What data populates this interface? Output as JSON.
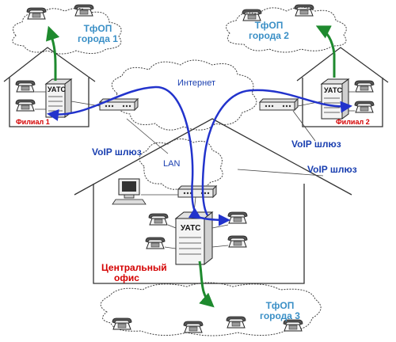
{
  "pstn": {
    "city1": {
      "line1": "ТфОП",
      "line2": "города 1"
    },
    "city2": {
      "line1": "ТфОП",
      "line2": "города 2"
    },
    "city3": {
      "line1": "ТфОП",
      "line2": "города 3"
    }
  },
  "branches": {
    "branch1": "Филиал 1",
    "branch2": "Филиал 2"
  },
  "uats_label": "УАТС",
  "networks": {
    "internet": "Интернет",
    "lan": "LAN"
  },
  "gateways": {
    "left": "VoIP шлюз",
    "right": "VoIP шлюз",
    "center": "VoIP шлюз"
  },
  "central_office": {
    "line1": "Центральный",
    "line2": "офис"
  },
  "colors": {
    "voip_link": "#2233cc",
    "pstn_link": "#1e8a2e",
    "outline": "#333333",
    "red_label": "#d40000",
    "blue_label": "#1a3fb0",
    "pstn_label": "#3a8fc6"
  }
}
